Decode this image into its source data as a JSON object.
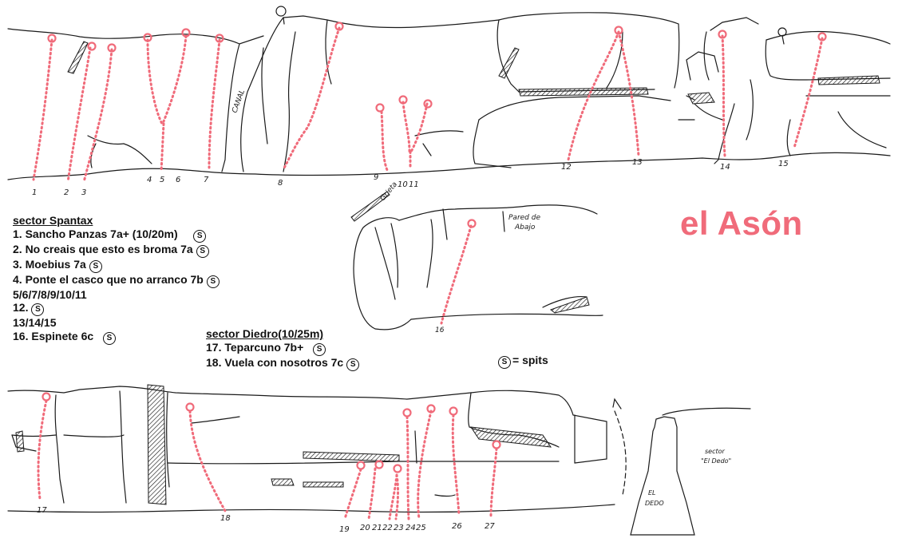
{
  "title": "el Asón",
  "colors": {
    "route": "#f06b7a",
    "ink": "#1a1a1a",
    "title": "#f06b7a"
  },
  "sectors": {
    "spantax": {
      "heading": "sector Spantax",
      "routes": [
        {
          "text": "1. Sancho Panzas 7a+ (10/20m)",
          "spit": true
        },
        {
          "text": "2. No creais que esto es broma 7a",
          "spit": true
        },
        {
          "text": "3. Moebius 7a",
          "spit": true
        },
        {
          "text": "4. Ponte el casco que no arranco 7b",
          "spit": true
        },
        {
          "text": "5/6/7/8/9/10/11",
          "spit": false
        },
        {
          "text": "12.",
          "spit": true
        },
        {
          "text": "13/14/15",
          "spit": false
        },
        {
          "text": "16. Espinete 6c",
          "spit": true
        }
      ]
    },
    "diedro": {
      "heading": "sector Diedro(10/25m)",
      "routes": [
        {
          "text": "17. Teparcuno 7b+",
          "spit": true
        },
        {
          "text": "18. Vuela con nosotros 7c",
          "spit": true
        }
      ]
    }
  },
  "spit_symbol": "S",
  "spit_key": "= spits",
  "sketch_labels": {
    "canal": "CANAL",
    "grieta": "Grieta",
    "pared_line1": "Pared de",
    "pared_line2": "Abajo",
    "el_dedo_line1": "EL",
    "el_dedo_line2": "DEDO",
    "sector_dedo_line1": "sector",
    "sector_dedo_line2": "\"El Dedo\""
  },
  "route_numbers_top": [
    "1",
    "2",
    "3",
    "4",
    "5",
    "6",
    "7",
    "8",
    "9",
    "10",
    "11",
    "12",
    "13",
    "14",
    "15"
  ],
  "route_numbers_mid": [
    "16"
  ],
  "route_numbers_bottom": [
    "17",
    "18",
    "19",
    "20",
    "21",
    "22",
    "23",
    "24",
    "25",
    "26",
    "27"
  ]
}
